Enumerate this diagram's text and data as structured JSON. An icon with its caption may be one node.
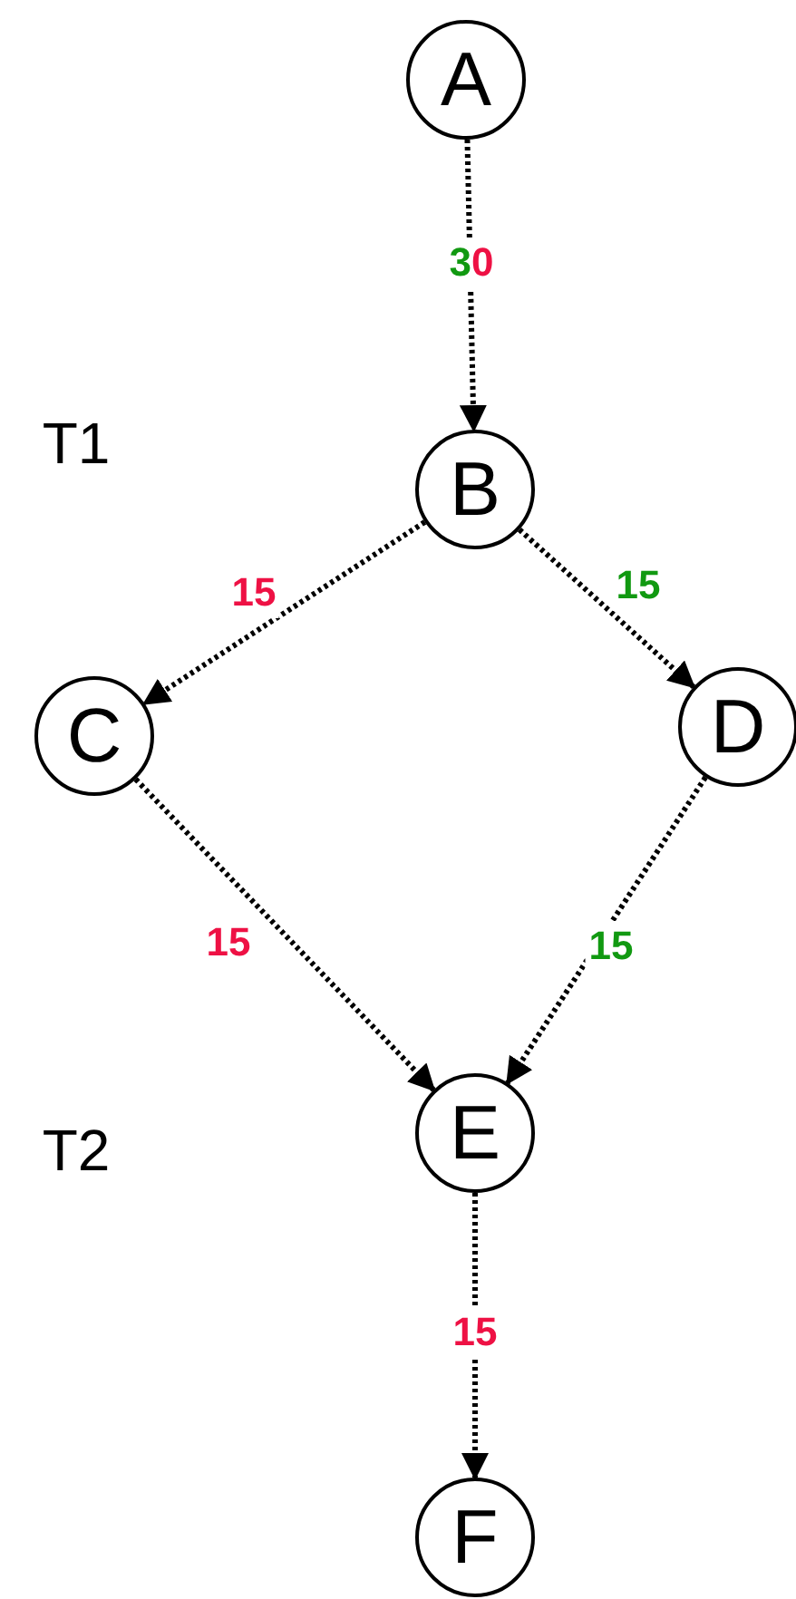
{
  "diagram": {
    "nodes": [
      {
        "text": [
          "A"
        ]
      },
      {
        "text": [
          "B"
        ]
      },
      {
        "text": [
          "C"
        ]
      },
      {
        "text": [
          "D"
        ]
      },
      {
        "text": [
          "E"
        ]
      },
      {
        "text": [
          "F"
        ]
      }
    ],
    "edges": [
      {
        "from": 0,
        "to": 1,
        "arrow": "to",
        "label": "30"
      },
      {
        "from": 1,
        "to": 2,
        "arrow": "to",
        "label": "15"
      },
      {
        "from": 1,
        "to": 3,
        "arrow": "to",
        "label": "15"
      },
      {
        "from": 2,
        "to": 4,
        "arrow": "to",
        "label": "15"
      },
      {
        "from": 3,
        "to": 4,
        "arrow": "to",
        "label": "15"
      },
      {
        "from": 4,
        "to": 5,
        "arrow": "to",
        "label": "15"
      }
    ],
    "labels": [
      "T1",
      "T2"
    ]
  }
}
